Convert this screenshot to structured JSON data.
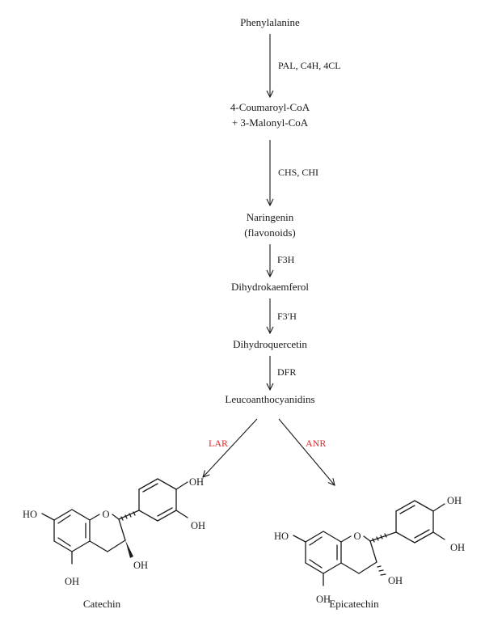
{
  "pathway": {
    "phenylalanine": "Phenylalanine",
    "enzyme_1": "PAL, C4H, 4CL",
    "coumaroyl_line1": "4-Coumaroyl-CoA",
    "coumaroyl_line2": "+ 3-Malonyl-CoA",
    "enzyme_2": "CHS, CHI",
    "naringenin_line1": "Naringenin",
    "naringenin_line2": "(flavonoids)",
    "enzyme_3": "F3H",
    "dihydrokaempferol": "Dihydrokaemferol",
    "enzyme_4": "F3′H",
    "dihydroquercetin": "Dihydroquercetin",
    "enzyme_5": "DFR",
    "leucoanthocyanidins": "Leucoanthocyanidins",
    "enzyme_lar": "LAR",
    "enzyme_anr": "ANR"
  },
  "structures": {
    "catechin": {
      "name": "Catechin",
      "atoms": {
        "oh_ring_a_left": "HO",
        "oh_ring_a_bottom": "OH",
        "oh_c3": "OH",
        "ring_o": "O",
        "oh_b_top": "OH",
        "oh_b_right": "OH"
      }
    },
    "epicatechin": {
      "name": "Epicatechin",
      "atoms": {
        "oh_ring_a_left": "HO",
        "oh_ring_a_bottom": "OH",
        "oh_c3": "OH",
        "ring_o": "O",
        "oh_b_top": "OH",
        "oh_b_right": "OH"
      }
    }
  },
  "colors": {
    "text": "#1a1a1a",
    "enzyme_branch": "#e8262d"
  }
}
